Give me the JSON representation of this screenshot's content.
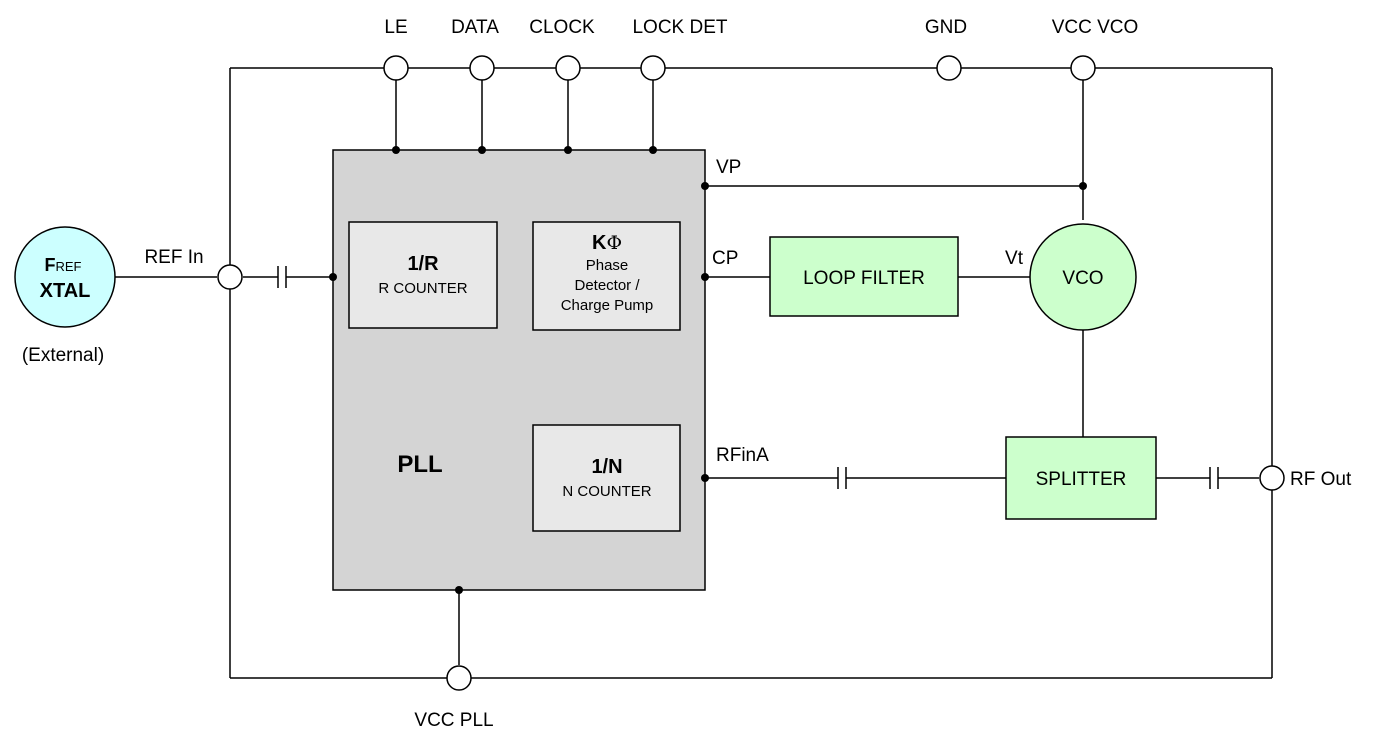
{
  "pins": {
    "le": "LE",
    "data": "DATA",
    "clock": "CLOCK",
    "lock_det": "LOCK DET",
    "gnd": "GND",
    "vcc_vco": "VCC VCO",
    "vcc_pll": "VCC PLL",
    "ref_in": "REF In",
    "rf_out": "RF Out"
  },
  "signals": {
    "vp": "VP",
    "cp": "CP",
    "vt": "Vt",
    "rfina": "RFinA"
  },
  "xtal": {
    "f": "F",
    "ref_sub": "REF",
    "xtal": "XTAL",
    "external": "(External)"
  },
  "pll": {
    "label": "PLL",
    "r_counter_title": "1/R",
    "r_counter_sub": "R COUNTER",
    "kphi_k": "K",
    "kphi_phi": "Φ",
    "kphi_line1": "Phase",
    "kphi_line2": "Detector /",
    "kphi_line3": "Charge Pump",
    "n_counter_title": "1/N",
    "n_counter_sub": "N COUNTER"
  },
  "blocks": {
    "loop_filter": "LOOP FILTER",
    "vco": "VCO",
    "splitter": "SPLITTER"
  },
  "colors": {
    "pll_fill": "#d4d4d4",
    "inner_block_fill": "#e8e8e8",
    "green_block_fill": "#ccffcc",
    "xtal_fill": "#ccffff"
  }
}
